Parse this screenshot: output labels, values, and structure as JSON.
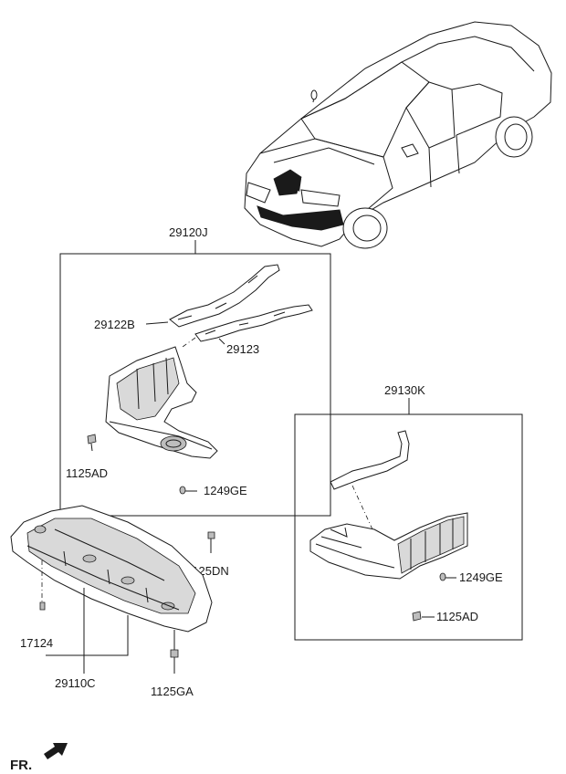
{
  "labels": {
    "group_front_cover": "29120J",
    "side_rail_left": "29122B",
    "side_rail_right": "29123",
    "bolt_left_assy": "1125AD",
    "screw_left_assy": "1249GE",
    "group_rear_cover": "29130K",
    "screw_right_assy": "1249GE",
    "bolt_right_assy": "1125AD",
    "bolt_center": "1125DN",
    "clip_under_cover": "17124",
    "under_cover": "29110C",
    "bolt_under_cover": "1125GA",
    "front_indicator": "FR."
  }
}
